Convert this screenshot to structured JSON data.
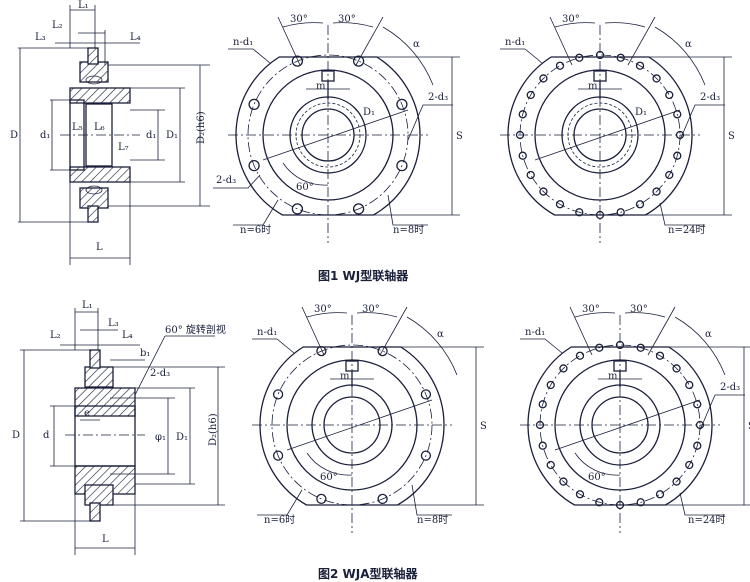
{
  "figure1": {
    "caption": "图1 WJ型联轴器",
    "side_view": {
      "L1": "L₁",
      "L2": "L₂",
      "L3": "L₃",
      "L4": "L₄",
      "L5": "L₅",
      "L6": "L₆",
      "L7": "L₇",
      "D": "D",
      "d1_left": "d₁",
      "d1_right": "d₁",
      "D1": "D₁",
      "D2": "D₂(h6)",
      "L": "L"
    },
    "front_view_a": {
      "n_d1": "n-d₁",
      "angle_30_left": "30°",
      "angle_30_right": "30°",
      "alpha": "α",
      "m": "m",
      "D1": "D₁",
      "two_d3_right": "2-d₃",
      "two_d3_left": "2-d₃",
      "angle_60": "60°",
      "n6": "n=6时",
      "n8": "n=8时",
      "S": "S"
    },
    "front_view_b": {
      "n_d1": "n-d₁",
      "angle_30": "30°",
      "alpha": "α",
      "m": "m",
      "D1": "D₁",
      "two_d3": "2-d₃",
      "S": "S",
      "n24": "n=24时"
    }
  },
  "figure2": {
    "caption": "图2 WJA型联轴器",
    "side_view": {
      "L1": "L₁",
      "L2": "L₂",
      "L3": "L₃",
      "L4": "L₄",
      "b1": "b₁",
      "section": "60° 旋转剖视",
      "two_d3": "2-d₃",
      "D": "D",
      "d": "d",
      "e": "e",
      "phi1": "φ₁",
      "D1": "D₁",
      "D2": "D₂(h6)",
      "L": "L"
    },
    "front_view_a": {
      "n_d1": "n-d₁",
      "angle_30_left": "30°",
      "angle_30_right": "30°",
      "alpha": "α",
      "m": "m",
      "angle_60": "60°",
      "n6": "n=6时",
      "n8": "n=8时",
      "S": "S"
    },
    "front_view_b": {
      "n_d1": "n-d₁",
      "angle_30_left": "30°",
      "angle_30_right": "30°",
      "alpha": "α",
      "m": "m",
      "two_d3": "2-d₃",
      "angle_60": "60°",
      "S": "S",
      "n24": "n=24时"
    }
  }
}
